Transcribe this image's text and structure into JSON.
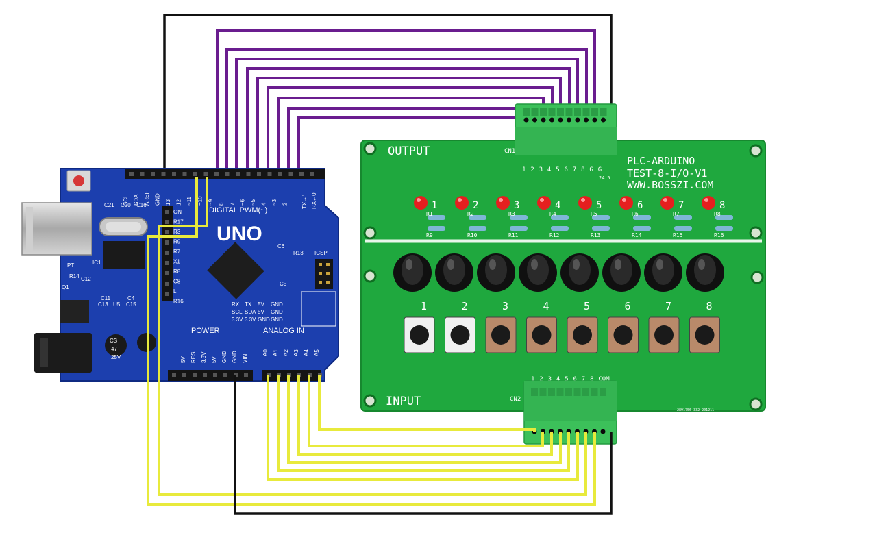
{
  "arduino": {
    "logo": "UNO",
    "digital_label": "DIGITAL PWM(~)",
    "power_label": "POWER",
    "analog_label": "ANALOG IN",
    "icsp_label": "ICSP",
    "tx_label": "TX→1",
    "rx_label": "RX←0",
    "top_pins": [
      "SCL",
      "SDA",
      "AREF",
      "GND",
      "13",
      "12",
      "~11",
      "~10",
      "~9",
      "8",
      "7",
      "~6",
      "~5",
      "4",
      "~3",
      "2"
    ],
    "power_pins": [
      "5V",
      "RES",
      "3.3V",
      "5V",
      "GND",
      "GND",
      "VIN"
    ],
    "analog_pins": [
      "A0",
      "A1",
      "A2",
      "A3",
      "A4",
      "A5"
    ],
    "left_labels": [
      "ON",
      "R17",
      "R3",
      "R9",
      "R7",
      "X1",
      "R8",
      "C8",
      "L",
      "R16"
    ],
    "components": [
      "C21",
      "C20",
      "C16",
      "C6",
      "R13",
      "C5",
      "PT",
      "C12",
      "R14",
      "IC1",
      "C13",
      "U5",
      "C15",
      "C11",
      "C4",
      "Q1",
      "CS",
      "47",
      "25V"
    ],
    "serial_block": [
      "RX",
      "TX",
      "5V",
      "GND",
      "SCL",
      "SDA",
      "5V",
      "GND",
      "3.3V",
      "3.3V",
      "GND",
      "GND"
    ]
  },
  "plc_board": {
    "output_label": "OUTPUT",
    "input_label": "INPUT",
    "cn1_label": "CN1",
    "cn2_label": "CN2",
    "title_lines": [
      "PLC-ARDUINO",
      "TEST-8-I/O-V1",
      "WWW.BOSSZI.COM"
    ],
    "cn1_pins": [
      "1",
      "2",
      "3",
      "4",
      "5",
      "6",
      "7",
      "8",
      "G",
      "G"
    ],
    "cn1_extra": [
      "24",
      "5"
    ],
    "cn2_pins": [
      "1",
      "2",
      "3",
      "4",
      "5",
      "6",
      "7",
      "8",
      "COM"
    ],
    "led_numbers": [
      "1",
      "2",
      "3",
      "4",
      "5",
      "6",
      "7",
      "8"
    ],
    "resistors_top": [
      "R1",
      "R2",
      "R3",
      "R4",
      "R5",
      "R6",
      "R7",
      "R8"
    ],
    "resistors_bottom": [
      "R9",
      "R10",
      "R11",
      "R12",
      "R13",
      "R14",
      "R15",
      "R16"
    ],
    "button_numbers": [
      "1",
      "2",
      "3",
      "4",
      "5",
      "6",
      "7",
      "8"
    ],
    "serial": "2891756-332-201211"
  },
  "colors": {
    "output_wire": "#6a1d8f",
    "input_wire": "#e8ea3c",
    "ground_wire": "#111111",
    "plc_board": "#1fa83e",
    "arduino_board": "#1a3ea8"
  }
}
